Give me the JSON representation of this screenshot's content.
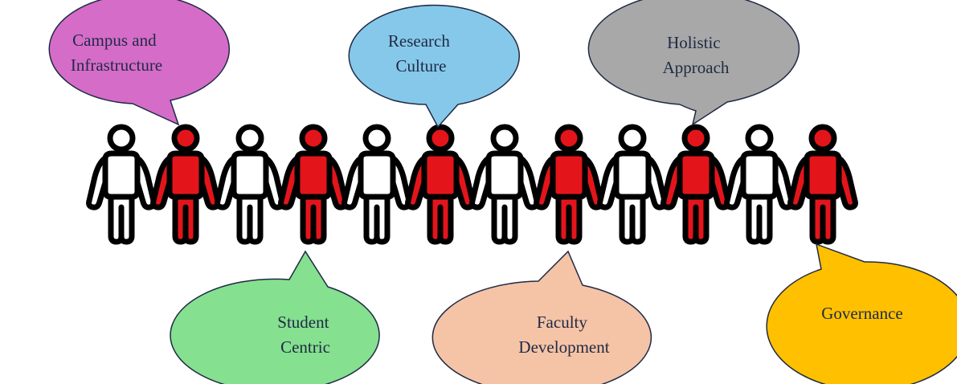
{
  "colors": {
    "figure_outline": "#000000",
    "figure_fill_light": "#ffffff",
    "figure_fill_accent": "#e3151a",
    "bubble_stroke": "#1f2a44",
    "text": "#1f2a44"
  },
  "figures": [
    {
      "fill": "white"
    },
    {
      "fill": "red"
    },
    {
      "fill": "white"
    },
    {
      "fill": "red"
    },
    {
      "fill": "white"
    },
    {
      "fill": "red"
    },
    {
      "fill": "white"
    },
    {
      "fill": "red"
    },
    {
      "fill": "white"
    },
    {
      "fill": "red"
    },
    {
      "fill": "white"
    },
    {
      "fill": "red"
    }
  ],
  "bubbles": [
    {
      "id": "campus",
      "lines": [
        "Campus and",
        "Infrastructure"
      ],
      "color": "#d56cc8"
    },
    {
      "id": "research",
      "lines": [
        "Research",
        "Culture"
      ],
      "color": "#86c8ea"
    },
    {
      "id": "holistic",
      "lines": [
        "Holistic",
        "Approach"
      ],
      "color": "#a8a8a8"
    },
    {
      "id": "student",
      "lines": [
        "Student",
        "Centric"
      ],
      "color": "#85e08f"
    },
    {
      "id": "faculty",
      "lines": [
        "Faculty",
        "Development"
      ],
      "color": "#f5c3a6"
    },
    {
      "id": "governance",
      "lines": [
        "Governance"
      ],
      "color": "#ffc000"
    }
  ]
}
